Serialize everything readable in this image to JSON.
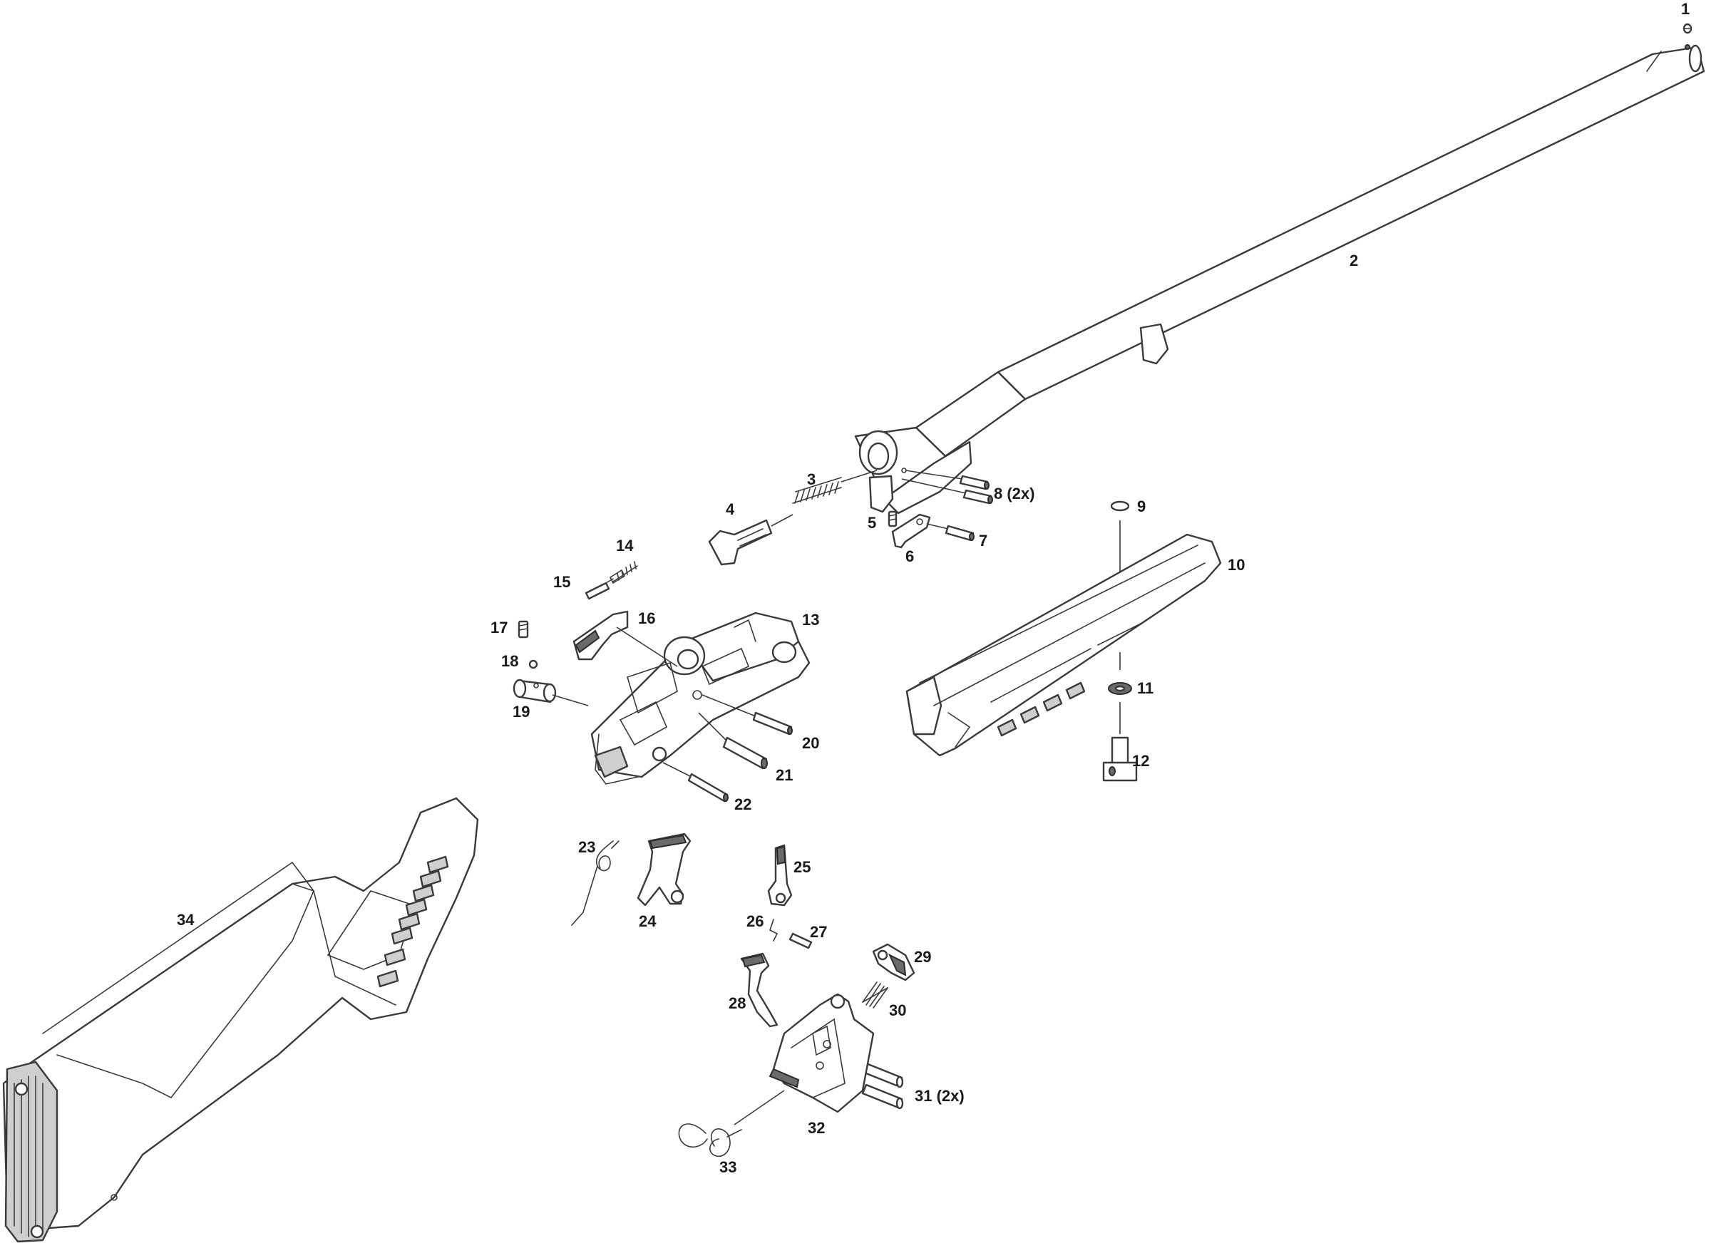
{
  "callouts": {
    "c1": "1",
    "c2": "2",
    "c3": "3",
    "c4": "4",
    "c5": "5",
    "c6": "6",
    "c7": "7",
    "c8": "8 (2x)",
    "c9": "9",
    "c10": "10",
    "c11": "11",
    "c12": "12",
    "c13": "13",
    "c14": "14",
    "c15": "15",
    "c16": "16",
    "c17": "17",
    "c18": "18",
    "c19": "19",
    "c20": "20",
    "c21": "21",
    "c22": "22",
    "c23": "23",
    "c24": "24",
    "c25": "25",
    "c26": "26",
    "c27": "27",
    "c28": "28",
    "c29": "29",
    "c30": "30",
    "c31": "31 (2x)",
    "c32": "32",
    "c33": "33",
    "c34": "34"
  }
}
